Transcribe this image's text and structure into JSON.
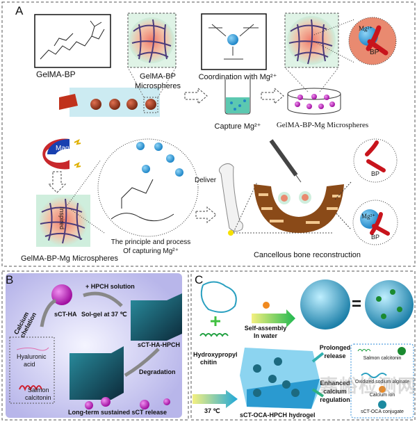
{
  "panel_a": {
    "label": "A",
    "gelma_bp": "GelMA-BP",
    "microspheres": [
      "GelMA-BP",
      "Microspheres"
    ],
    "coordination": "Coordination with Mg²⁺",
    "capture": "Capture Mg²⁺",
    "gelma_bp_mg_top": "GelMA-BP-Mg Microspheres",
    "mg_ion": "Mg²⁺",
    "bp": "BP",
    "magnet": "Magnet",
    "inspired": "Inspired",
    "principle": [
      "The principle and process",
      "Of capturing Mg²⁺"
    ],
    "gelma_bp_mg_bottom": "GelMA-BP-Mg Microspheres",
    "deliver": "Deliver",
    "cancellous": "Cancellous bone reconstruction"
  },
  "panel_b": {
    "label": "B",
    "hpch_solution": "+ HPCH solution",
    "sct_ha": "sCT-HA",
    "sol_gel": "Sol-gel at 37 ℃",
    "calcium_chelation": "Calcium chelation",
    "sct_ha_hpch": "sCT-HA-HPCH",
    "degradation": "Degradation",
    "hyaluronic_acid": [
      "Hyaluronic",
      "acid"
    ],
    "salmon_calcitonin": [
      "Salmon",
      "calcitonin"
    ],
    "release": "Long-term sustained sCT release"
  },
  "panel_c": {
    "label": "C",
    "self_assembly": [
      "Self-assembly",
      "In water"
    ],
    "equals": "=",
    "hydroxypropyl": [
      "Hydroxypropyl",
      "chitin"
    ],
    "temp": "37 ℃",
    "hydrogel": "sCT-OCA-HPCH hydrogel",
    "prolonged": [
      "Prolonged",
      "release"
    ],
    "enhanced": [
      "Enhanced",
      "calcium",
      "regulation"
    ],
    "legend": [
      "Salmon calcitonin",
      "Oxidized sodium alginate",
      "Calcium ion",
      "sCT-OCA conjugate"
    ]
  },
  "watermark": "嘉峪检测网 AnyTesting.com",
  "colors": {
    "mg": "#3aa3dc",
    "bp": "#c8141c",
    "microsphere": "#a0442a",
    "magenta": "#c030c0",
    "panel_b_bg": "#c9c8ef"
  }
}
